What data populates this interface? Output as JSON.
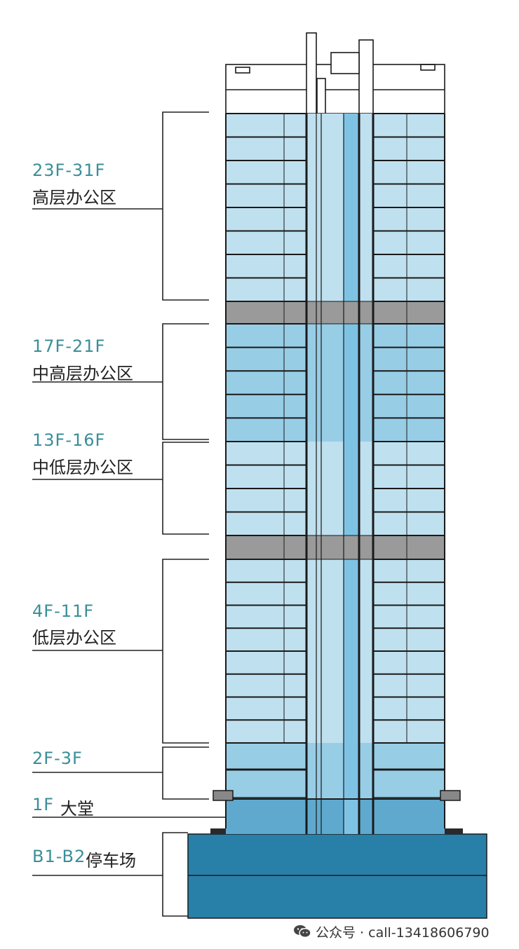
{
  "colors": {
    "accent": "#3a8f98",
    "glass_light": "#bfe0ef",
    "glass_mid": "#98cde6",
    "glass_deep": "#5fa9cf",
    "podium": "#2880a8",
    "mech": "#9a9a9a",
    "line": "#1a1a1a"
  },
  "zones": [
    {
      "range": "23F-31F",
      "name": "高层办公区"
    },
    {
      "range": "17F-21F",
      "name": "中高层办公区"
    },
    {
      "range": "13F-16F",
      "name": "中低层办公区"
    },
    {
      "range": "4F-11F",
      "name": "低层办公区"
    },
    {
      "range": "2F-3F",
      "name": ""
    },
    {
      "range": "1F",
      "name": "大堂"
    },
    {
      "range": "B1-B2",
      "name": "停车场"
    }
  ],
  "watermark": {
    "icon": "wechat-icon",
    "text": "公众号 · call-13418606790"
  }
}
